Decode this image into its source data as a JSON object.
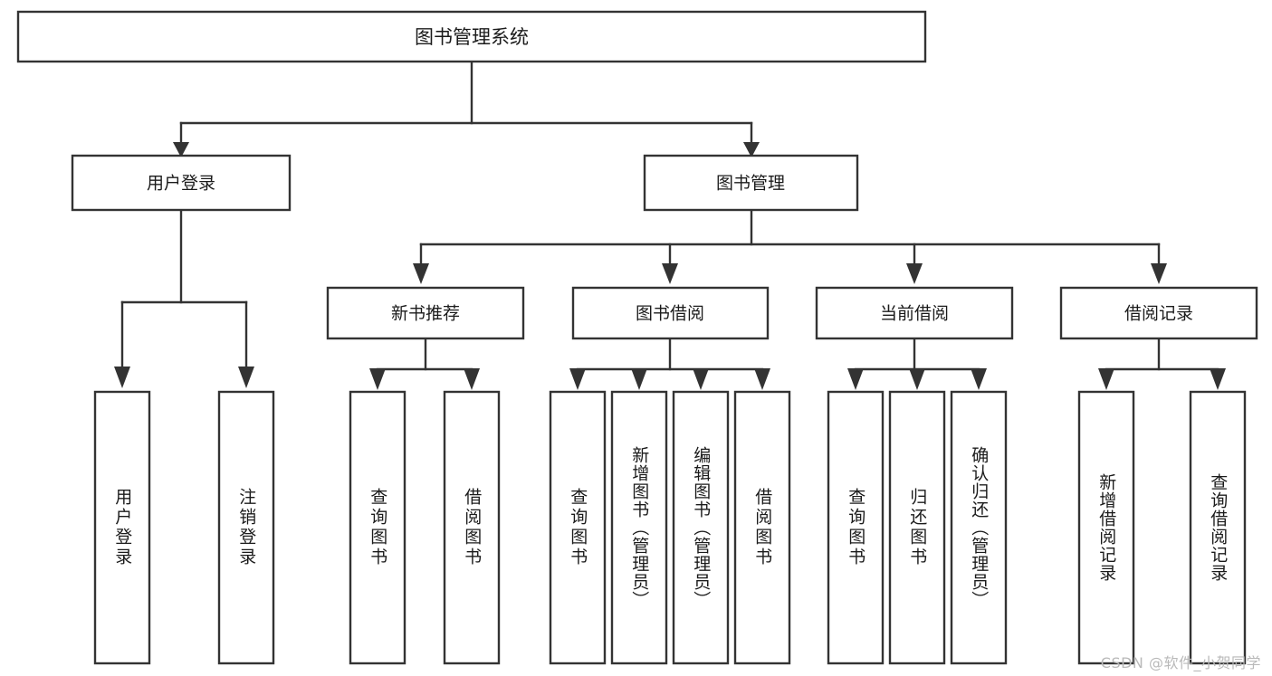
{
  "diagram": {
    "type": "tree-hierarchy",
    "title": "图书管理系统",
    "watermark": "CSDN @软件_小贺同学",
    "colors": {
      "box_stroke": "#333333",
      "box_fill": "#ffffff",
      "text": "#1b1b1b",
      "background": "#ffffff",
      "watermark": "#b9b9b9"
    },
    "root": {
      "label": "图书管理系统"
    },
    "level2": [
      {
        "label": "用户登录"
      },
      {
        "label": "图书管理"
      }
    ],
    "level3": [
      {
        "label": "新书推荐"
      },
      {
        "label": "图书借阅"
      },
      {
        "label": "当前借阅"
      },
      {
        "label": "借阅记录"
      }
    ],
    "leaves": {
      "user_login": [
        {
          "label": "用户登录"
        },
        {
          "label": "注销登录"
        }
      ],
      "new_book_recommend": [
        {
          "label": "查询图书"
        },
        {
          "label": "借阅图书"
        }
      ],
      "book_borrow": [
        {
          "label": "查询图书"
        },
        {
          "label": "新增图书（管理员）"
        },
        {
          "label": "编辑图书（管理员）"
        },
        {
          "label": "借阅图书"
        }
      ],
      "current_borrow": [
        {
          "label": "查询图书"
        },
        {
          "label": "归还图书"
        },
        {
          "label": "确认归还（管理员）"
        }
      ],
      "borrow_record": [
        {
          "label": "新增借阅记录"
        },
        {
          "label": "查询借阅记录"
        }
      ]
    }
  }
}
